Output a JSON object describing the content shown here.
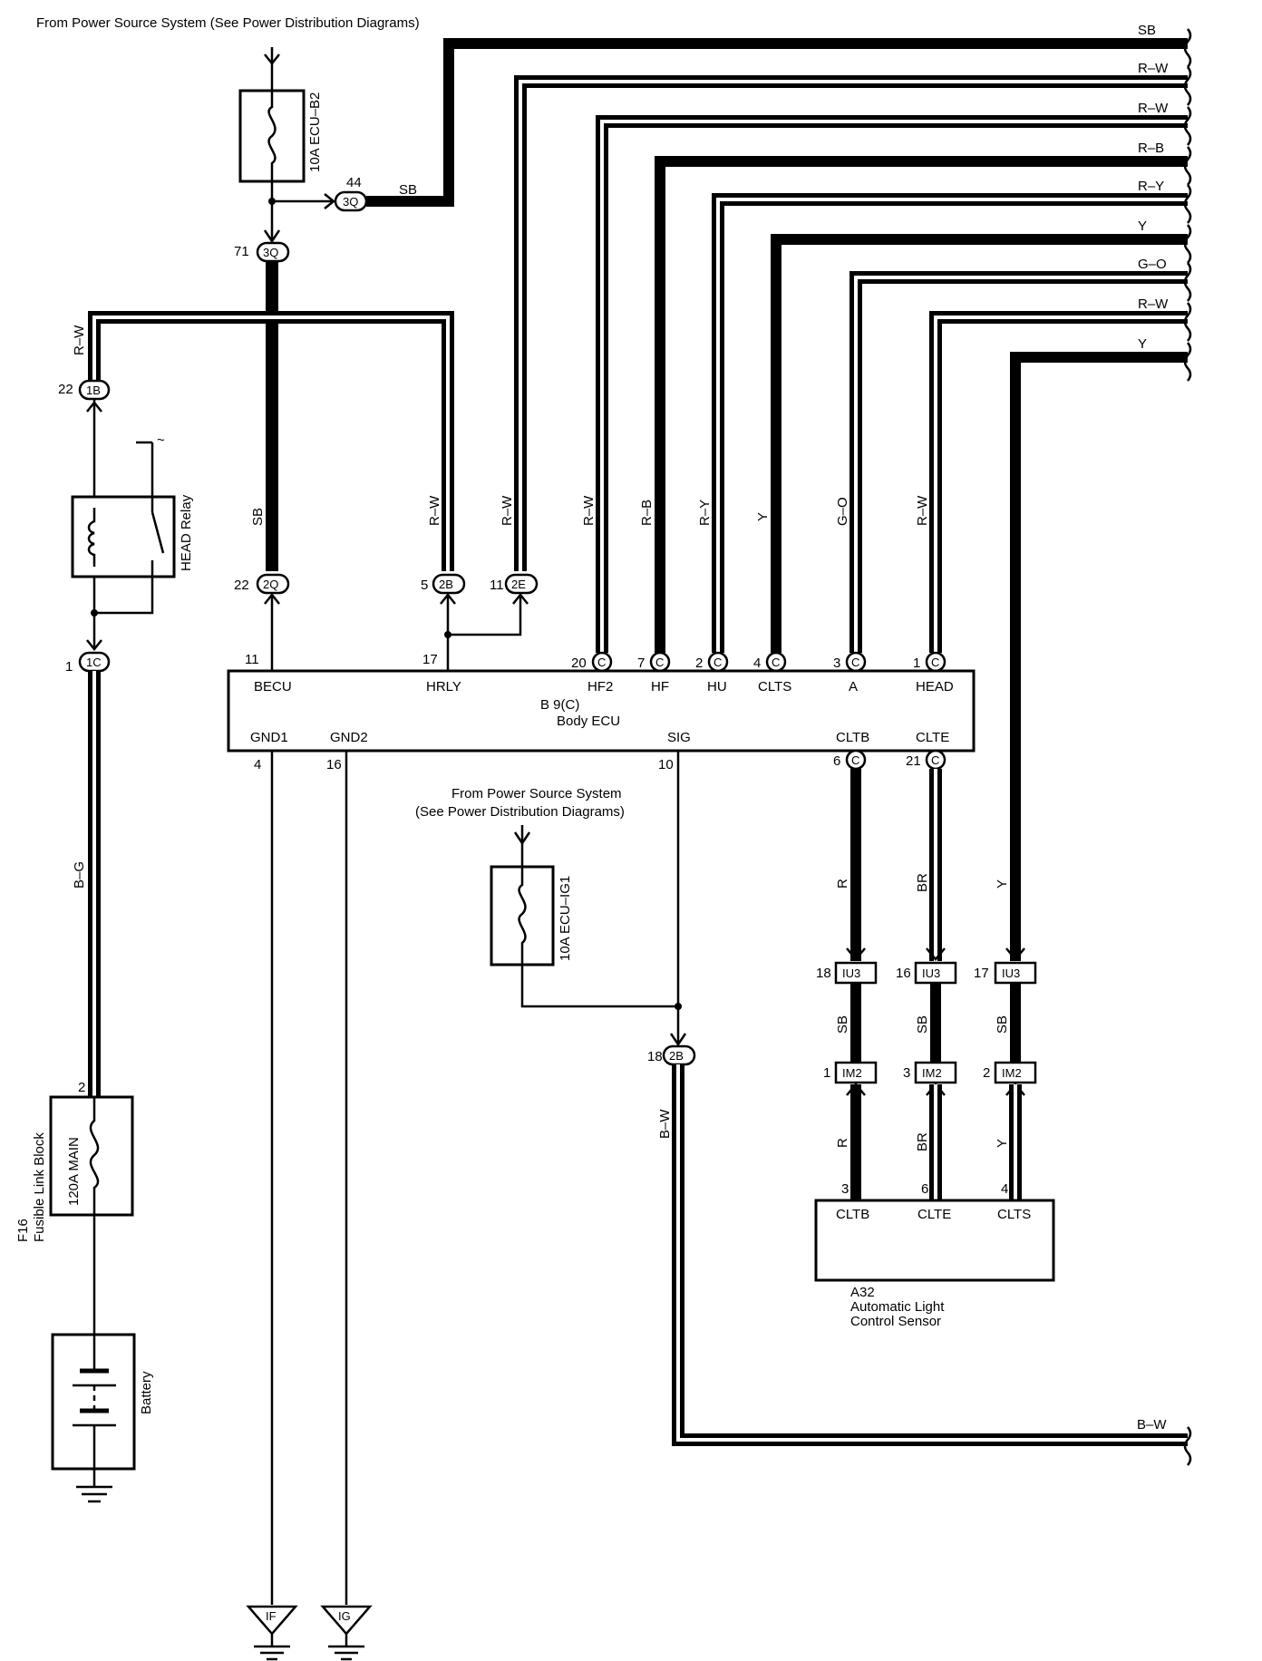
{
  "texts": {
    "src_top": "From Power Source System (See Power Distribution Diagrams)",
    "src_mid_1": "From Power Source System",
    "src_mid_2": "(See Power Distribution Diagrams)",
    "fuse_ecub2": "10A ECU–B2",
    "fuse_ecuig1": "10A ECU–IG1",
    "fuse_main": "120A MAIN",
    "fusible_block_id": "F16",
    "fusible_block_name": "Fusible Link Block",
    "head_relay": "HEAD Relay",
    "battery": "Battery",
    "ecu_id": "B 9(C)",
    "ecu_name": "Body ECU",
    "sensor_id": "A32",
    "sensor_name_1": "Automatic Light",
    "sensor_name_2": "Control Sensor",
    "ground_if": "IF",
    "ground_ig": "IG",
    "tilde": "~"
  },
  "ecu_terminals": {
    "becu": "BECU",
    "hrly": "HRLY",
    "hf2": "HF2",
    "hf": "HF",
    "hu": "HU",
    "clts": "CLTS",
    "a": "A",
    "head": "HEAD",
    "gnd1": "GND1",
    "gnd2": "GND2",
    "sig": "SIG",
    "cltb": "CLTB",
    "clte": "CLTE"
  },
  "sensor_terminals": {
    "cltb": "CLTB",
    "clte": "CLTE",
    "clts": "CLTS"
  },
  "pins": {
    "p44": "44",
    "p71": "71",
    "p22a": "22",
    "p1": "1",
    "p2": "2",
    "p22b": "22",
    "p5": "5",
    "p11a": "11",
    "p11": "11",
    "p17": "17",
    "p20": "20",
    "p7": "7",
    "p2c": "2",
    "p4c": "4",
    "p3c": "3",
    "p1c": "1",
    "p4": "4",
    "p16": "16",
    "p10": "10",
    "p6c": "6",
    "p21c": "21",
    "p18b": "18",
    "p18": "18",
    "p16iu": "16",
    "p17iu": "17",
    "p1im": "1",
    "p3im": "3",
    "p2im": "2",
    "p3s": "3",
    "p6s": "6",
    "p4s": "4"
  },
  "connectors": {
    "c3q_a": "3Q",
    "c3q_b": "3Q",
    "c1b": "1B",
    "c1c": "1C",
    "c2q": "2Q",
    "c2b": "2B",
    "c2e": "2E",
    "c2b_low": "2B",
    "cC": "C",
    "iu3": "IU3",
    "im2": "IM2"
  },
  "wire_colors": {
    "right": [
      "SB",
      "R–W",
      "R–W",
      "R–B",
      "R–Y",
      "Y",
      "G–O",
      "R–W",
      "Y"
    ],
    "sb_top": "SB",
    "rw_relay": "R–W",
    "sb_main": "SB",
    "bg": "B–G",
    "rw_hrly": "R–W",
    "rw_2e": "R–W",
    "hf2": "R–W",
    "hf": "R–B",
    "hu": "R–Y",
    "clts": "Y",
    "a": "G–O",
    "head": "R–W",
    "r1": "R",
    "br1": "BR",
    "y1": "Y",
    "sb_a": "SB",
    "sb_b": "SB",
    "sb_c": "SB",
    "r2": "R",
    "br2": "BR",
    "y2": "Y",
    "bw": "B–W",
    "bw_right": "B–W"
  }
}
